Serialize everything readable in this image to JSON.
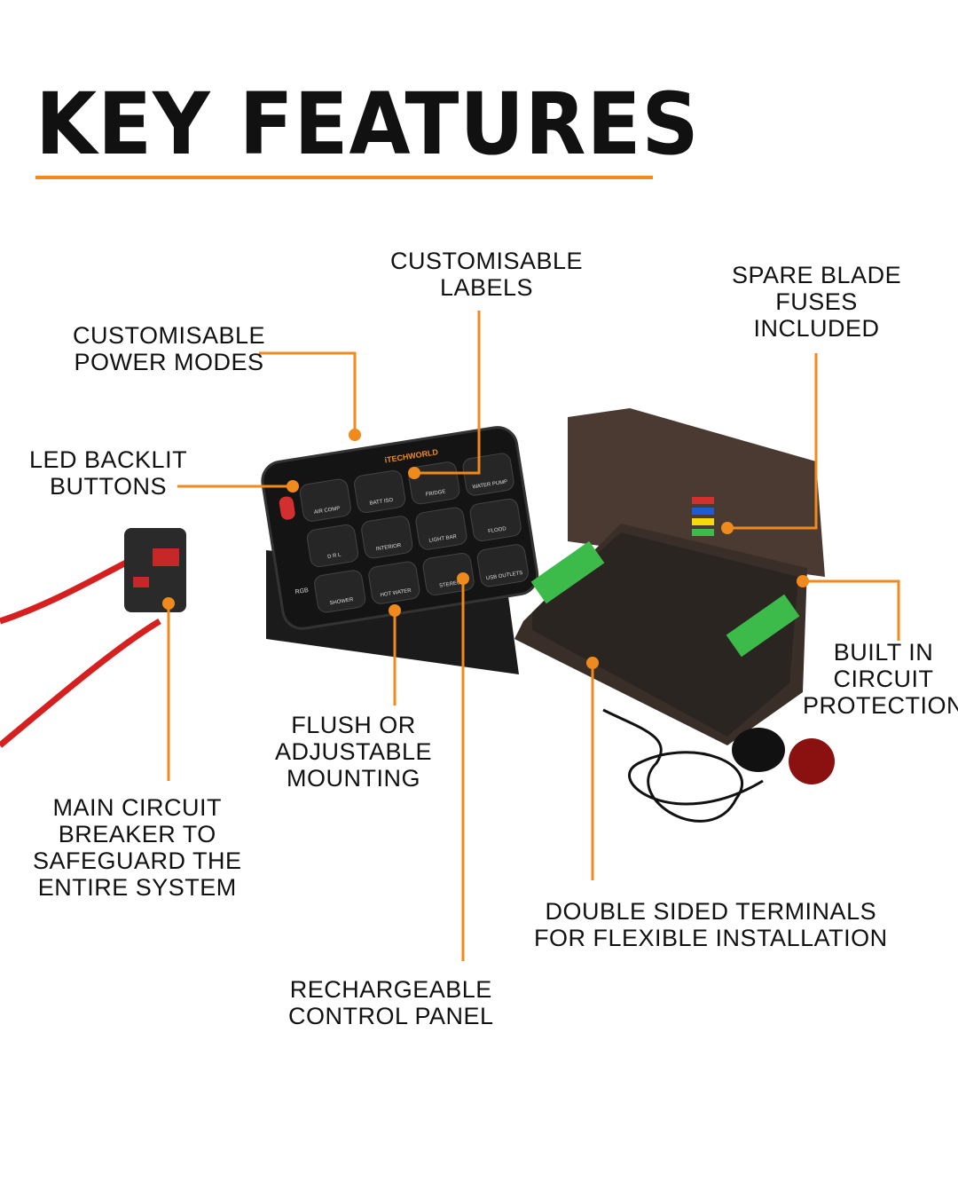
{
  "title": "KEY FEATURES",
  "accent_color": "#f08a1c",
  "callouts": {
    "power_modes": "CUSTOMISABLE\nPOWER MODES",
    "labels": "CUSTOMISABLE\nLABELS",
    "spare_fuses": "SPARE BLADE\nFUSES\nINCLUDED",
    "led_buttons": "LED BACKLIT\nBUTTONS",
    "circuit_protection": "BUILT IN\nCIRCUIT\nPROTECTION",
    "mounting": "FLUSH OR\nADJUSTABLE\nMOUNTING",
    "main_breaker": "MAIN CIRCUIT\nBREAKER TO\nSAFEGUARD THE\nENTIRE SYSTEM",
    "terminals": "DOUBLE SIDED TERMINALS\nFOR FLEXIBLE INSTALLATION",
    "rechargeable": "RECHARGEABLE\nCONTROL PANEL"
  },
  "panel": {
    "brand": "iTECHWORLD",
    "buttons": [
      "AIR COMP",
      "BATT ISO",
      "FRIDGE",
      "WATER PUMP",
      "FLOOD",
      "LIGHT BAR",
      "INTERIOR",
      "D R L",
      "USB OUTLETS",
      "STEREO",
      "HOT WATER",
      "SHOWER"
    ],
    "side_label": "RGB"
  }
}
